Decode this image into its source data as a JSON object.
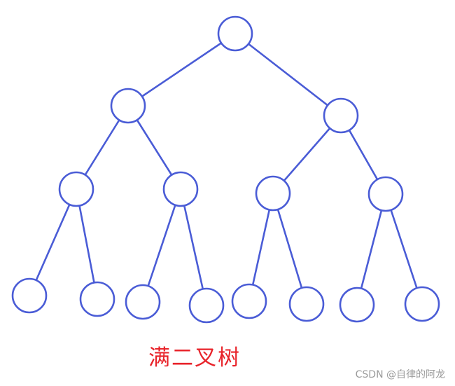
{
  "diagram": {
    "type": "full-binary-tree",
    "depth": 4,
    "colors": {
      "stroke": "#4a5cd6",
      "caption": "#e8232a",
      "background": "#ffffff"
    },
    "nodes": [
      {
        "id": "n1"
      },
      {
        "id": "n2"
      },
      {
        "id": "n3"
      },
      {
        "id": "n4"
      },
      {
        "id": "n5"
      },
      {
        "id": "n6"
      },
      {
        "id": "n7"
      },
      {
        "id": "n8"
      },
      {
        "id": "n9"
      },
      {
        "id": "n10"
      },
      {
        "id": "n11"
      },
      {
        "id": "n12"
      },
      {
        "id": "n13"
      },
      {
        "id": "n14"
      },
      {
        "id": "n15"
      }
    ],
    "edges": [
      [
        "n1",
        "n2"
      ],
      [
        "n1",
        "n3"
      ],
      [
        "n2",
        "n4"
      ],
      [
        "n2",
        "n5"
      ],
      [
        "n3",
        "n6"
      ],
      [
        "n3",
        "n7"
      ],
      [
        "n4",
        "n8"
      ],
      [
        "n4",
        "n9"
      ],
      [
        "n5",
        "n10"
      ],
      [
        "n5",
        "n11"
      ],
      [
        "n6",
        "n12"
      ],
      [
        "n6",
        "n13"
      ],
      [
        "n7",
        "n14"
      ],
      [
        "n7",
        "n15"
      ]
    ]
  },
  "caption": "满二叉树",
  "watermark": "CSDN @自律的阿龙"
}
